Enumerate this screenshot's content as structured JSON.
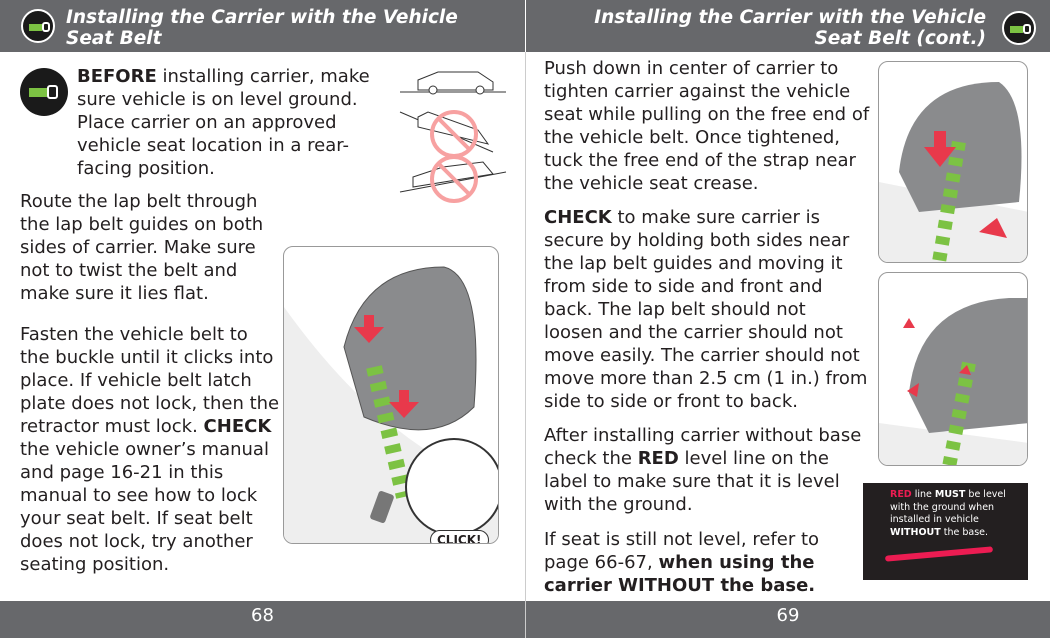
{
  "left": {
    "header": "Installing the Carrier with the Vehicle Seat Belt",
    "header_lines": [
      "Installing the Carrier with the Vehicle",
      "Seat Belt"
    ],
    "before_bold": "BEFORE",
    "before_text": " installing carrier, make sure vehicle is on level ground. Place carrier on an approved vehicle seat location in a rear-facing position.",
    "route_text": "Route the lap belt through the lap belt guides on both sides of carrier. Make sure not to twist the belt and make sure it lies flat.",
    "fasten_text": "Fasten the vehicle belt to the buckle until it clicks into place. If vehicle belt latch plate does not lock, then the retractor must lock. ",
    "check_bold": "CHECK",
    "check_text": " the vehicle owner’s manual and page 16-21 in this manual to see how to lock your seat belt. If seat belt does not lock, try another seating position.",
    "click_label": "CLICK!",
    "page_number": "68"
  },
  "right": {
    "header_lines": [
      "Installing the Carrier with the Vehicle",
      "Seat Belt (cont.)"
    ],
    "push_text": "Push down in center of carrier to tighten carrier against the vehicle seat while pulling on the free end of the vehicle belt. Once tightened, tuck the free end of the strap near the vehicle seat crease.",
    "check_bold": "CHECK",
    "check_text": " to make sure carrier is secure by holding both sides near the lap belt guides and moving it from side to side and front and back. The lap belt should not loosen and the carrier should not move easily. The carrier should not move more than 2.5 cm (1 in.) from side to side or front to back.",
    "after_text": "After installing carrier without base check the ",
    "after_red": "RED",
    "after_text2": " level line on the label to make sure that it is level with the ground.",
    "level_text": "If seat is still not level, refer to page 66-67, ",
    "level_bold": "when using the carrier WITHOUT the base.",
    "label": {
      "red": "RED",
      "t1": " line ",
      "must": "MUST",
      "t2": " be level with the ground when installed in vehicle ",
      "without": "WITHOUT",
      "t3": " the base."
    },
    "page_number": "69"
  },
  "colors": {
    "header": "#67686b",
    "accent_red": "#ec1c52",
    "belt_green": "#7cc243"
  }
}
